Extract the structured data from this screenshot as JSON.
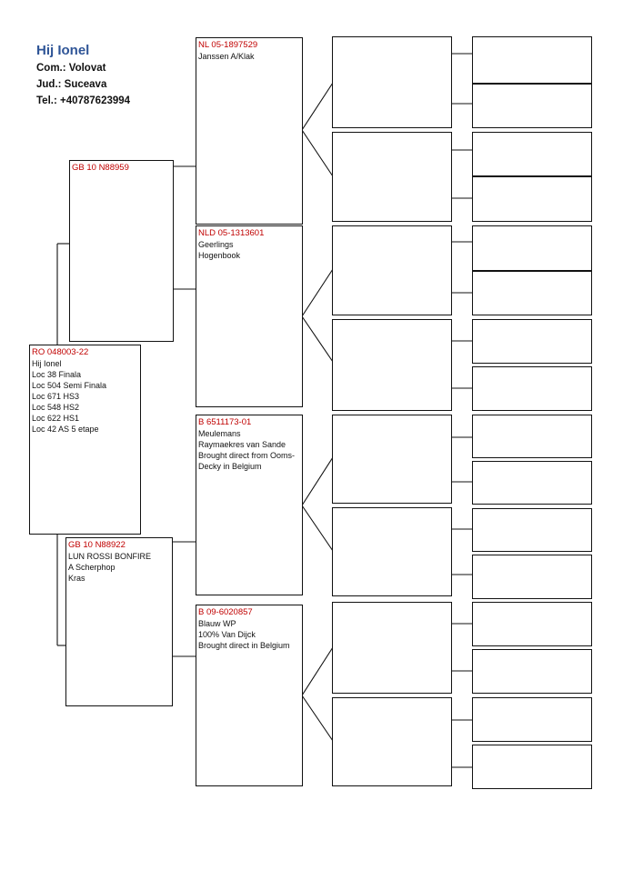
{
  "owner": {
    "name": "Hij Ionel",
    "commune": "Com.: Volovat",
    "county": "Jud.: Suceava",
    "phone": "Tel.: +40787623994"
  },
  "subject": {
    "ring": "RO 048003-22",
    "lines": [
      "Hij Ionel",
      "Loc 38 Finala",
      "Loc 504 Semi Finala",
      "Loc 671 HS3",
      "Loc 548 HS2",
      "Loc 622 HS1",
      "Loc 42 AS 5 etape"
    ]
  },
  "sire": {
    "ring": "GB 10 N88959"
  },
  "dam": {
    "ring": "GB 10 N88922",
    "lines": [
      "LUN ROSSI BONFIRE",
      "A Scherphop",
      "Kras"
    ]
  },
  "sire_sire": {
    "ring": "NL 05-1897529",
    "lines": [
      "Janssen A/Klak"
    ]
  },
  "sire_dam": {
    "ring": "NLD 05-1313601",
    "lines": [
      "Geerlings",
      "Hogenbook"
    ]
  },
  "dam_sire": {
    "ring": "B 6511173-01",
    "lines": [
      "Meulemans",
      "Raymaekres van Sande",
      "Brought direct from Ooms-",
      "Decky in Belgium"
    ]
  },
  "dam_dam": {
    "ring": "B 09-6020857",
    "lines": [
      "Blauw WP",
      "100% Van Dijck",
      "Brought direct in Belgium"
    ]
  }
}
